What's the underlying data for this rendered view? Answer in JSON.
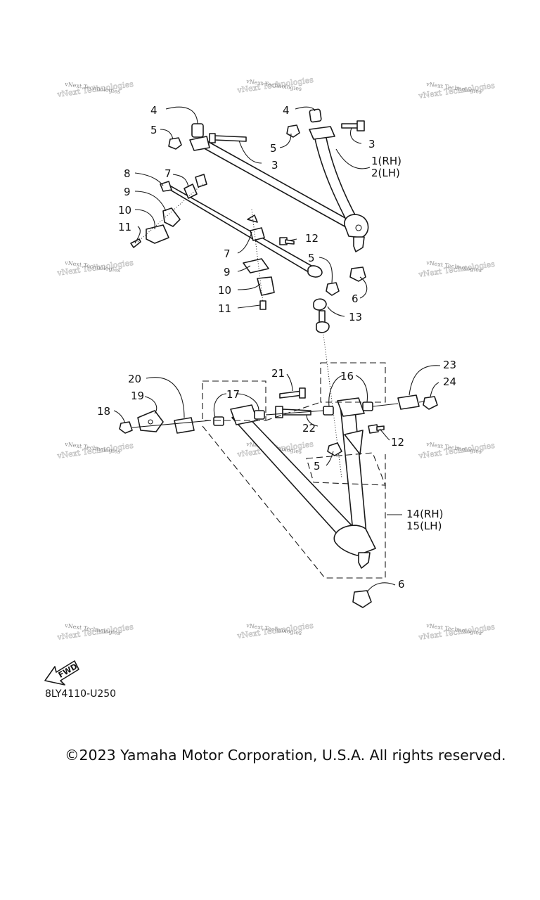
{
  "diagram": {
    "watermark_text": "vNext Technologies",
    "callouts": {
      "c4a": "4",
      "c4b": "4",
      "c5a": "5",
      "c5b": "5",
      "c5c": "5",
      "c5d": "5",
      "c3a": "3",
      "c3b": "3",
      "c1": "1(RH)",
      "c2": "2(LH)",
      "c8": "8",
      "c7a": "7",
      "c7b": "7",
      "c9a": "9",
      "c9b": "9",
      "c10a": "10",
      "c10b": "10",
      "c11a": "11",
      "c11b": "11",
      "c12a": "12",
      "c12b": "12",
      "c6a": "6",
      "c6b": "6",
      "c13": "13",
      "c20": "20",
      "c19": "19",
      "c18": "18",
      "c17": "17",
      "c21": "21",
      "c22": "22",
      "c16": "16",
      "c23": "23",
      "c24": "24",
      "c14": "14(RH)",
      "c15": "15(LH)"
    },
    "fwd_label": "FWD",
    "part_code": "8LY4110-U250"
  },
  "footer": {
    "copyright": "©2023 Yamaha Motor Corporation, U.S.A. All rights reserved."
  }
}
